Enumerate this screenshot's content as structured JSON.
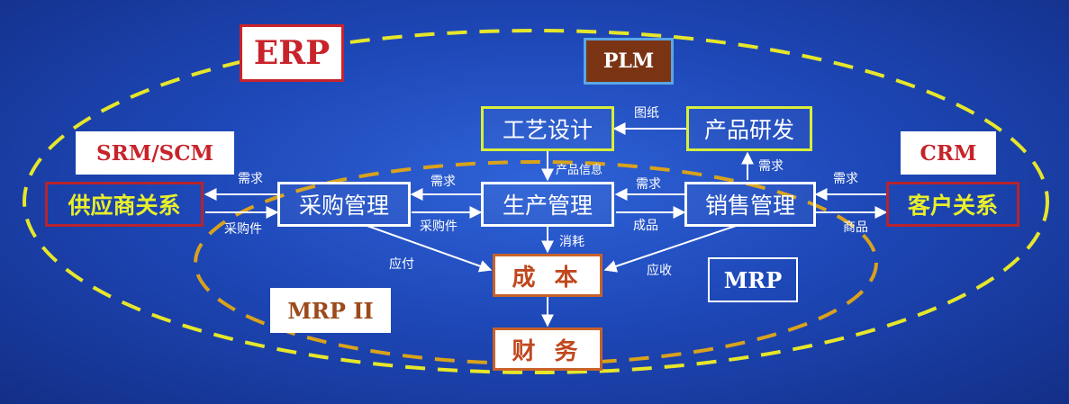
{
  "diagram": {
    "zones": {
      "erp": "ERP",
      "plm": "PLM",
      "srm_scm": "SRM/SCM",
      "crm": "CRM",
      "mrp2": "MRP II",
      "mrp": "MRP"
    },
    "nodes": {
      "supplier_relations": "供应商关系",
      "purchasing": "采购管理",
      "production": "生产管理",
      "sales": "销售管理",
      "customer_relations": "客户关系",
      "process_design": "工艺设计",
      "product_rd": "产品研发",
      "cost": "成 本",
      "finance": "财 务"
    },
    "flows": {
      "drawings": "图纸",
      "product_info": "产品信息",
      "demand_sales_rd": "需求",
      "demand_customer": "需求",
      "demand_supplier": "需求",
      "purchased_parts_supplier": "采购件",
      "demand_production": "需求",
      "purchased_parts_production": "采购件",
      "demand_sales": "需求",
      "finished_goods": "成品",
      "goods": "商品",
      "payable": "应付",
      "consumption": "消耗",
      "receivable": "应收"
    },
    "colors": {
      "background": "#1e48b8",
      "erp_dash": "#e6e62a",
      "mrp2_dash": "#d9a21c",
      "process_border": "#d8ee3a",
      "edge_border": "#b8232c",
      "edge_text": "#e8ef2a",
      "cost_border": "#c8622a"
    }
  }
}
